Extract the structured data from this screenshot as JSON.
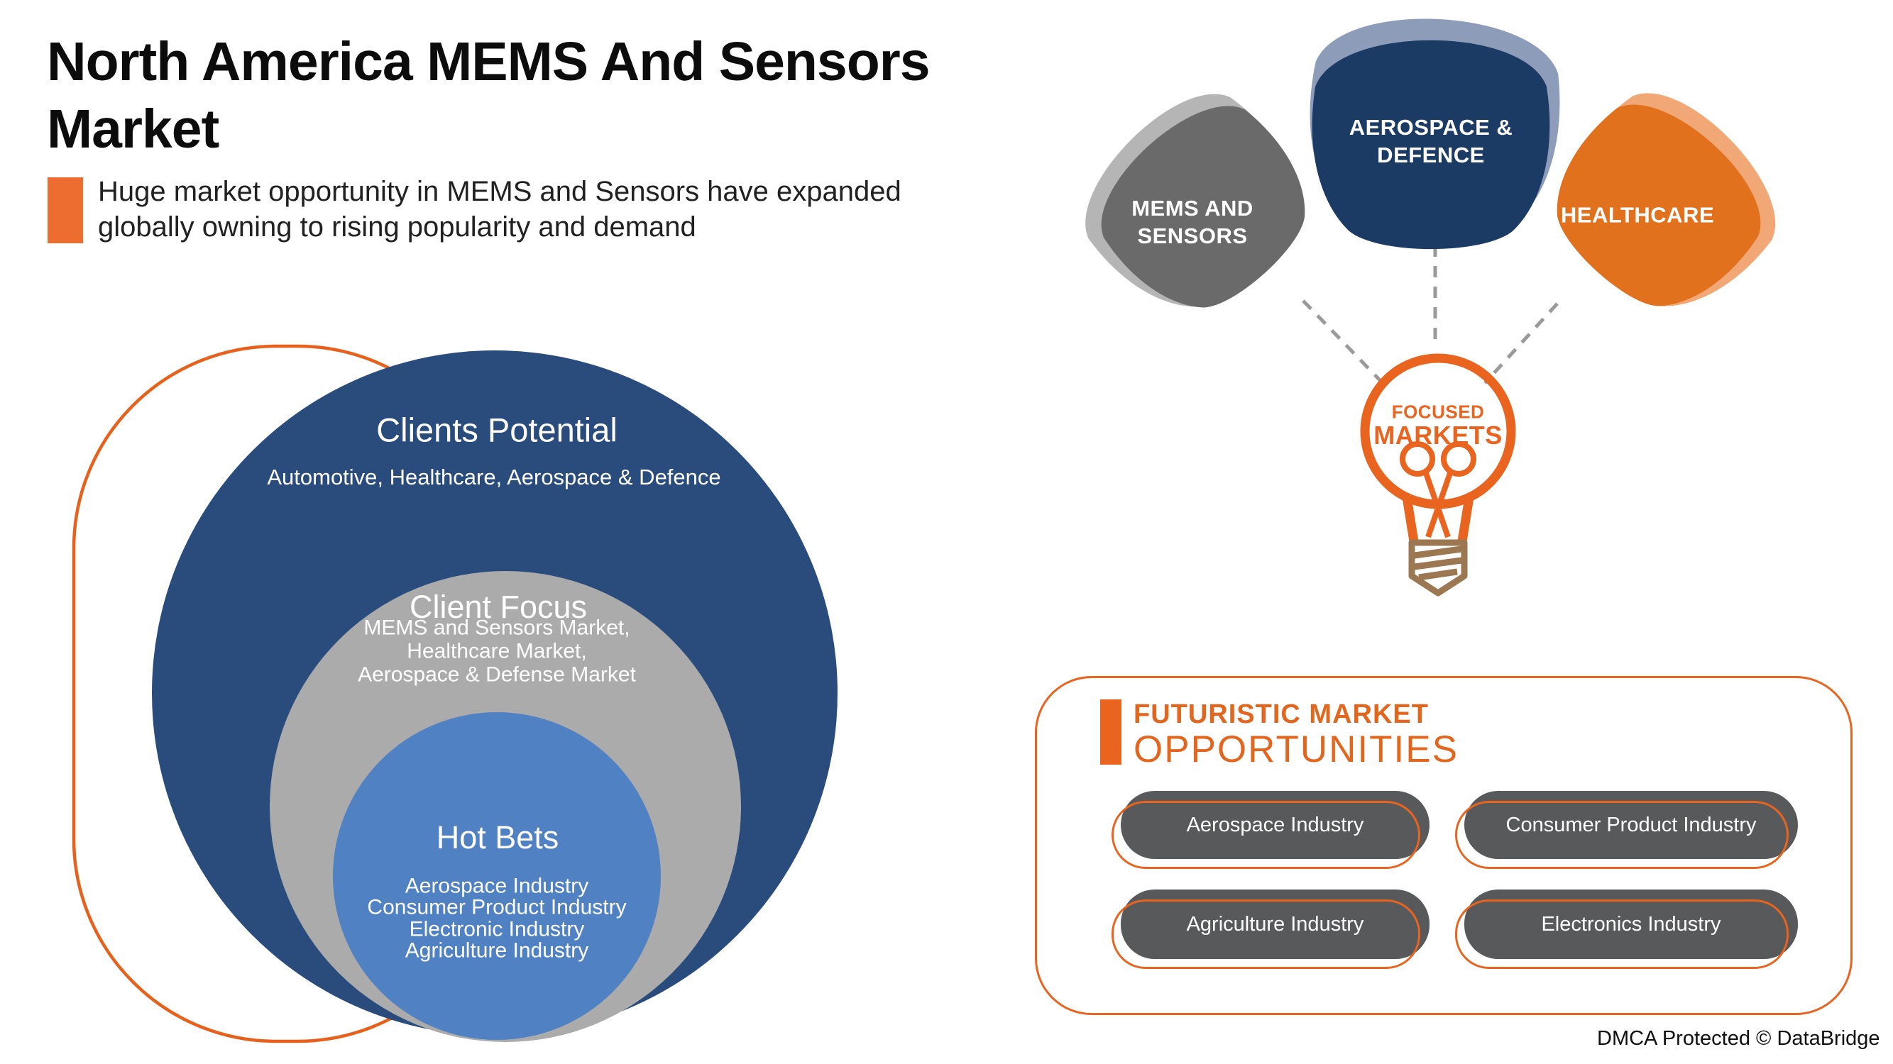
{
  "header": {
    "title_line1": "North America MEMS And Sensors",
    "title_line2": "Market",
    "subtitle_line1": "Huge market opportunity in MEMS and Sensors have expanded",
    "subtitle_line2": "globally owning to rising popularity and demand"
  },
  "focus_diagram": {
    "petals": [
      {
        "lines": [
          "MEMS AND",
          "SENSORS"
        ],
        "color": "#6A6A6A",
        "shadow_color": "#B5B5B5"
      },
      {
        "lines": [
          "AEROSPACE &",
          "DEFENCE"
        ],
        "color": "#1B3A64",
        "shadow_color": "#8D9CB8"
      },
      {
        "lines": [
          "HEALTHCARE"
        ],
        "color": "#E2711D",
        "shadow_color": "#F2A876"
      }
    ],
    "bulb": {
      "line1": "FOCUSED",
      "line2": "MARKETS"
    }
  },
  "venn": {
    "outer": {
      "title": "Clients Potential",
      "subtitle": "Automotive, Healthcare, Aerospace & Defence"
    },
    "middle": {
      "title": "Client Focus",
      "lines": [
        "MEMS and Sensors Market,",
        "Healthcare Market,",
        "Aerospace & Defense Market"
      ]
    },
    "inner": {
      "title": "Hot Bets",
      "lines": [
        "Aerospace Industry",
        "Consumer Product Industry",
        "Electronic Industry",
        "Agriculture Industry"
      ]
    }
  },
  "opportunities": {
    "heading_line1": "FUTURISTIC MARKET",
    "heading_line2": "OPPORTUNITIES",
    "items": [
      "Aerospace Industry",
      "Consumer Product Industry",
      "Agriculture Industry",
      "Electronics Industry"
    ]
  },
  "footer": {
    "dmca": "DMCA Protected © DataBridge"
  },
  "colors": {
    "accent_orange": "#E8641F",
    "subtitle_bar_orange": "#ED6C2F",
    "venn_outer_blue": "#2A4C7D",
    "venn_middle_gray": "#ABABAB",
    "venn_inner_blue": "#5081C3",
    "petal_navy": "#1B3A64",
    "petal_gray": "#6A6A6A",
    "petal_orange": "#E2711D",
    "pill_gray": "#58595B",
    "bulb_base_brown": "#9B7851",
    "dashed_line_gray": "#9A9A9A"
  }
}
